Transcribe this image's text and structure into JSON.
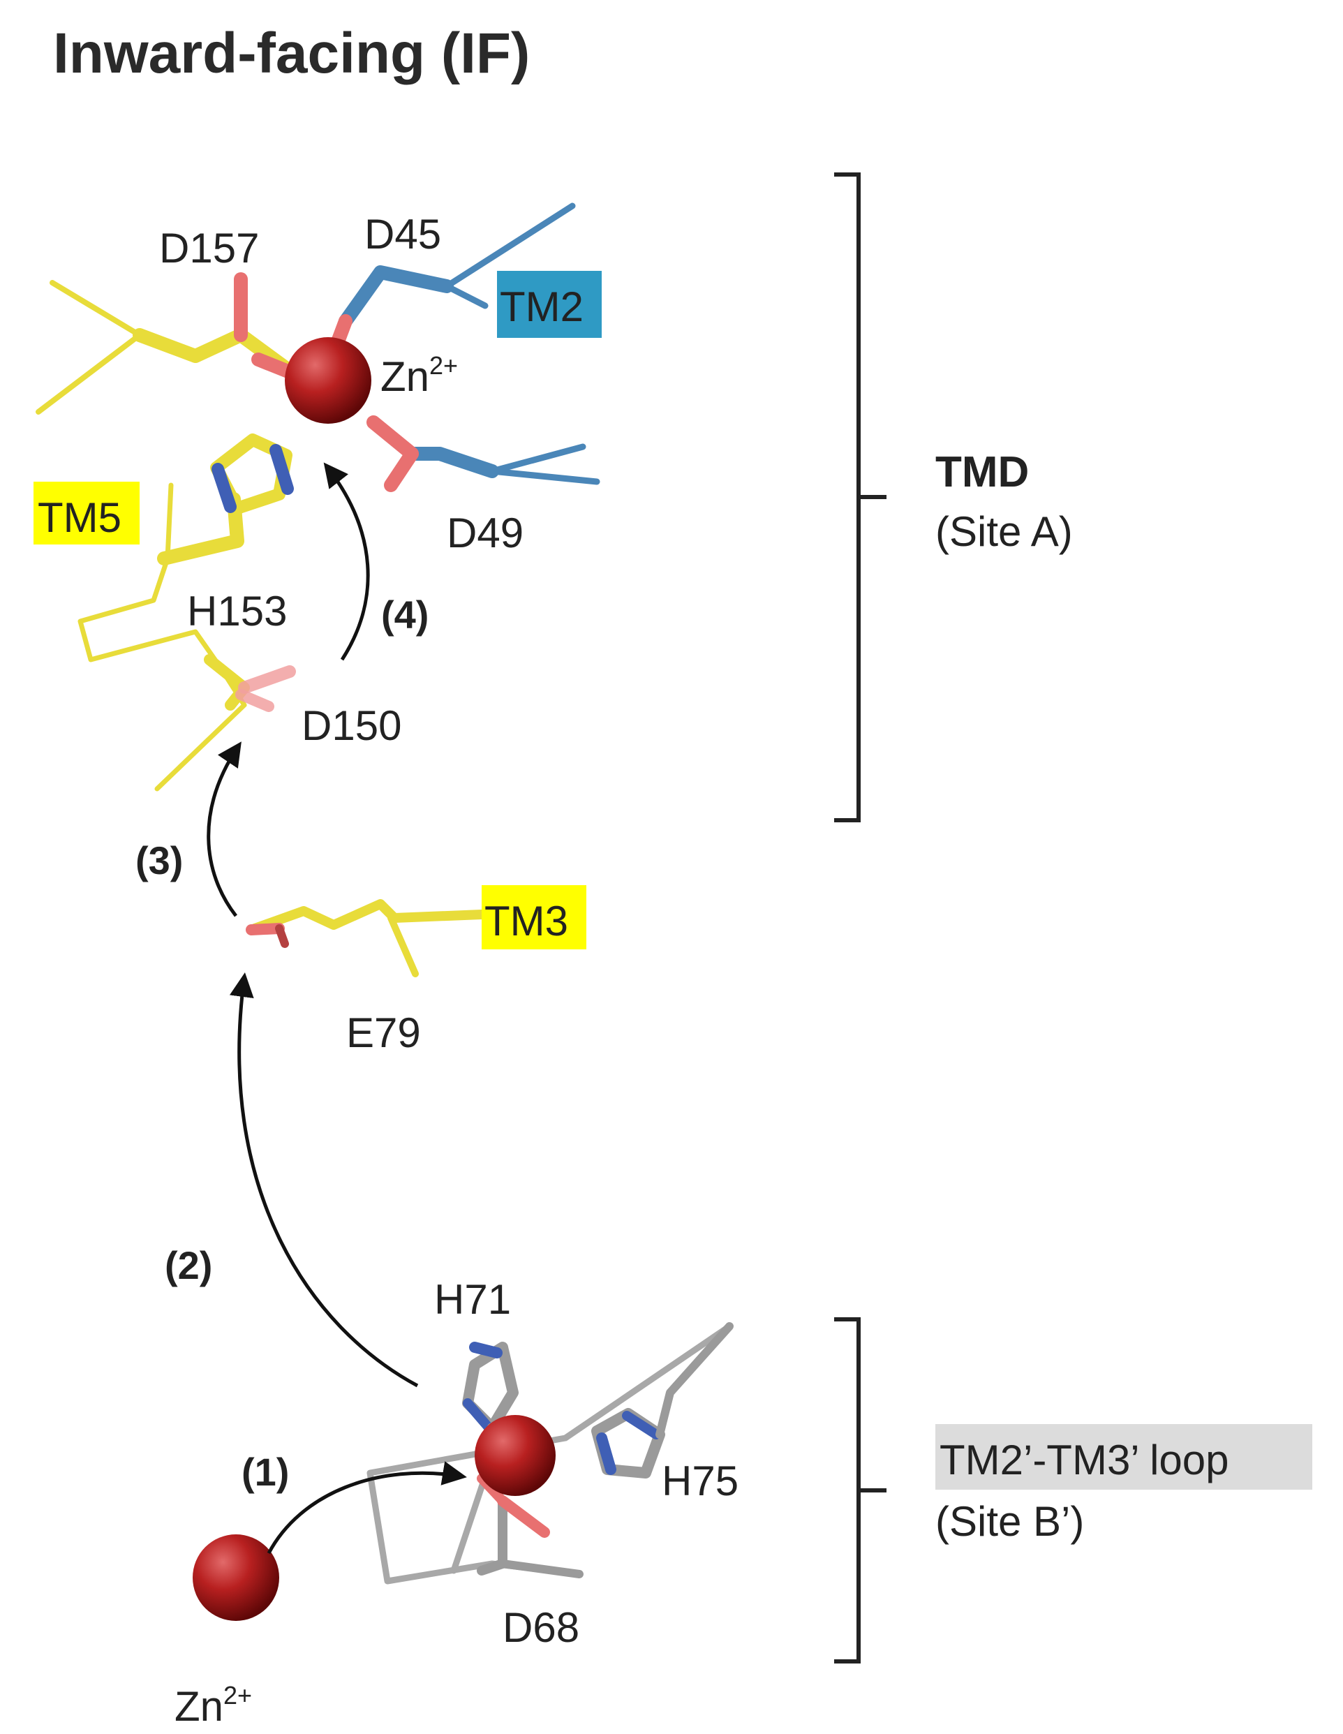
{
  "title": "Inward-facing (IF)",
  "residues": {
    "d157": "D157",
    "d45": "D45",
    "d49": "D49",
    "h153": "H153",
    "d150": "D150",
    "e79": "E79",
    "h71": "H71",
    "h75": "H75",
    "d68": "D68"
  },
  "ion": {
    "base": "Zn",
    "charge": "2+"
  },
  "helices": [
    {
      "label": "TM2",
      "highlight": "#2f9ac4"
    },
    {
      "label": "TM5",
      "highlight": "#ffff00"
    },
    {
      "label": "TM3",
      "highlight": "#ffff00"
    }
  ],
  "steps": [
    "(1)",
    "(2)",
    "(3)",
    "(4)"
  ],
  "sites": {
    "a": {
      "name": "TMD",
      "sub": "(Site A)"
    },
    "b": {
      "name": "TM2’-TM3’ loop",
      "sub": "(Site B’)",
      "highlight": "#dcdcdc"
    }
  },
  "colors": {
    "yellow_stick": "#e8dc3a",
    "blue_stick": "#4a86b8",
    "grey_stick": "#9a9a9a",
    "oxygen": "#e87070",
    "nitrogen": "#3f5fb5",
    "zinc": "#a31818"
  }
}
